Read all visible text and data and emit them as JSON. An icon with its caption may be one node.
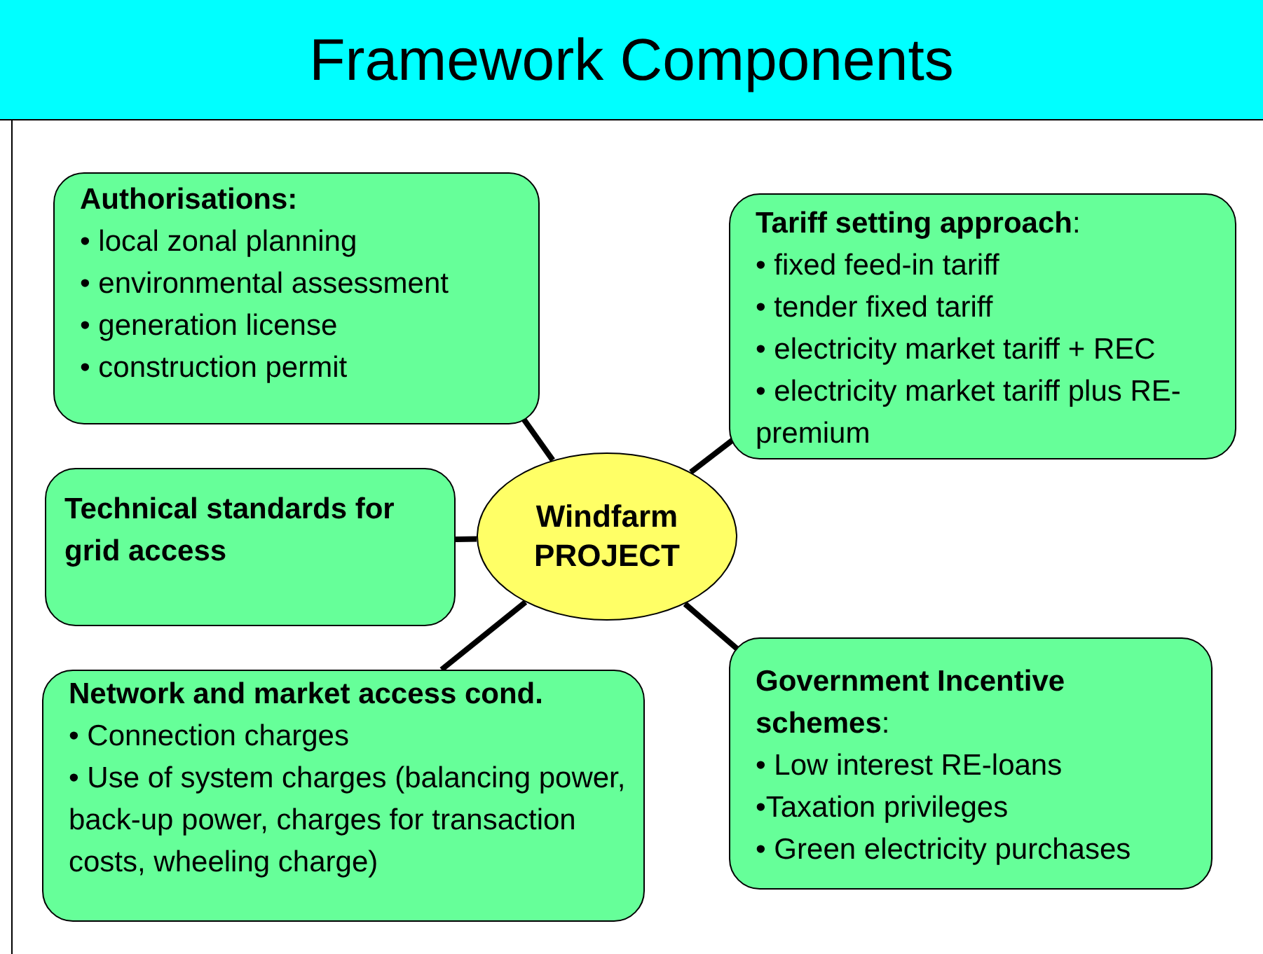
{
  "diagram": {
    "title": "Framework Components",
    "nodes": [
      {
        "text": [
          "Authorisations:",
          "• local zonal planning",
          "• environmental assessment",
          "• generation license",
          "• construction permit"
        ]
      },
      {
        "text": [
          "**Tariff setting approach**:",
          "• fixed feed-in tariff",
          "• tender fixed tariff",
          "• electricity market tariff + REC",
          "• electricity market tariff plus RE-premium"
        ]
      },
      {
        "text": [
          "Technical standards for grid access"
        ]
      },
      {
        "text": [
          "Windfarm PROJECT"
        ]
      },
      {
        "text": [
          "Network and market access cond.",
          "• Connection charges",
          "• Use of system charges (balancing power, back-up power, charges for transaction costs, wheeling charge)"
        ]
      },
      {
        "text": [
          "**Government Incentive schemes**:",
          "• Low interest RE-loans",
          "•Taxation privileges",
          "• Green electricity purchases"
        ]
      }
    ],
    "edges": [
      {
        "from": 3,
        "to": 0,
        "arrow": "none"
      },
      {
        "from": 3,
        "to": 1,
        "arrow": "none"
      },
      {
        "from": 3,
        "to": 2,
        "arrow": "none"
      },
      {
        "from": 3,
        "to": 4,
        "arrow": "none"
      },
      {
        "from": 3,
        "to": 5,
        "arrow": "none"
      }
    ]
  }
}
